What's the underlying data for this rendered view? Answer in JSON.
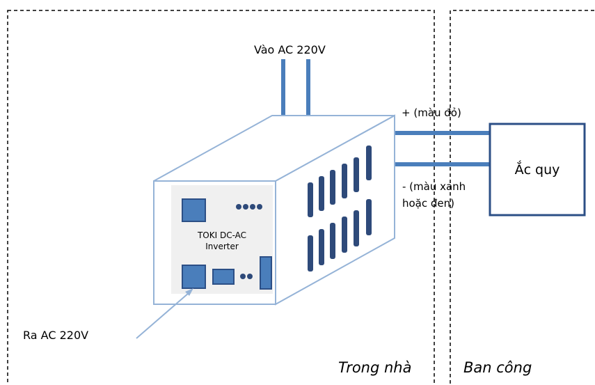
{
  "labels": {
    "ac_input": "Vào AC 220V",
    "ac_output": "Ra AC 220V",
    "positive_terminal": "+ (màu đỏ)",
    "negative_terminal_line1": "- (màu xanh",
    "negative_terminal_line2": "hoặc đen)",
    "battery": "Ắc quy",
    "device_name_line1": "TOKI DC-AC",
    "device_name_line2": "Inverter",
    "zone_indoor": "Trong nhà",
    "zone_balcony": "Ban công"
  },
  "colors": {
    "wire": "#4a7ebb",
    "box_outline": "#95b3d7",
    "vent": "#2e4a7a",
    "component_fill": "#4a7ebb",
    "component_border": "#2c4f86",
    "battery_border": "#2c4f86",
    "front_panel": "#f0f0f0",
    "zone_border": "#000000"
  }
}
